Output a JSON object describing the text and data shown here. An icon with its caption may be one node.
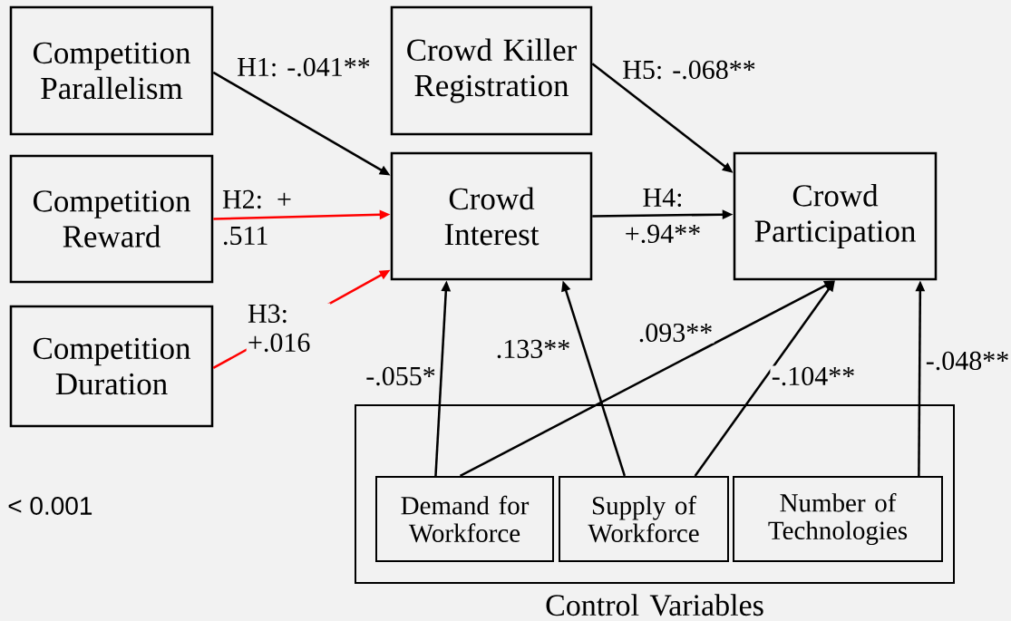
{
  "diagram": {
    "nodes": [
      {
        "text": [
          "Competition Parallelism"
        ]
      },
      {
        "text": [
          "Competition Reward"
        ]
      },
      {
        "text": [
          "Competition Duration"
        ]
      },
      {
        "text": [
          "Crowd Killer Registration"
        ]
      },
      {
        "text": [
          "Crowd Interest"
        ]
      },
      {
        "text": [
          "Crowd Participation"
        ]
      },
      {
        "text": [
          "Control Variables"
        ]
      },
      {
        "text": [
          "Demand for Workforce"
        ],
        "in": 6
      },
      {
        "text": [
          "Supply of Workforce"
        ],
        "in": 6
      },
      {
        "text": [
          "Number of Technologies"
        ],
        "in": 6
      }
    ],
    "edges": [
      {
        "from": 0,
        "to": 4,
        "arrow": "to",
        "label": "H1: -.041**"
      },
      {
        "from": 1,
        "to": 4,
        "arrow": "to",
        "label": "H2: + .511",
        "color": "#ff0000"
      },
      {
        "from": 2,
        "to": 4,
        "arrow": "to",
        "label": "H3: +.016",
        "color": "#ff0000"
      },
      {
        "from": 3,
        "to": 5,
        "arrow": "to",
        "label": "H5: -.068**"
      },
      {
        "from": 4,
        "to": 5,
        "arrow": "to",
        "label": "H4: +.94**"
      },
      {
        "from": 7,
        "to": 4,
        "arrow": "to",
        "label": "-.055*"
      },
      {
        "from": 7,
        "to": 5,
        "arrow": "to",
        "label": ".093**"
      },
      {
        "from": 8,
        "to": 4,
        "arrow": "to",
        "label": ".133**"
      },
      {
        "from": 8,
        "to": 5,
        "arrow": "to",
        "label": "-.104**"
      },
      {
        "from": 9,
        "to": 5,
        "arrow": "to",
        "label": "-.048**"
      }
    ],
    "labels": [
      "< 0.001"
    ]
  }
}
